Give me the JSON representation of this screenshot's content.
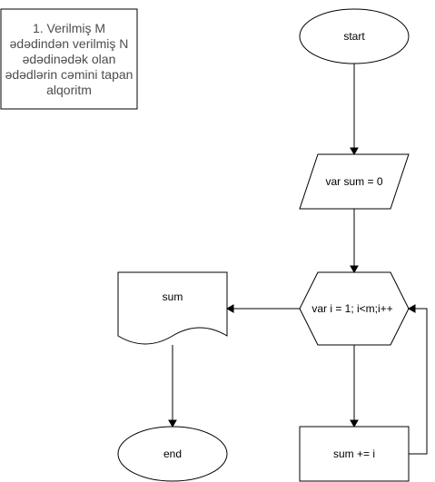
{
  "note": {
    "lines": [
      "1. Verilmiş M",
      "ədədindən verilmiş N",
      "ədədinədək olan",
      "ədədlərin cəmini tapan",
      "alqoritm"
    ]
  },
  "nodes": {
    "start": "start",
    "init": "var sum = 0",
    "loop": "var i = 1; i<m;i++",
    "body": "sum += i",
    "output": "sum",
    "end": "end"
  },
  "colors": {
    "stroke": "#000000",
    "fill": "#ffffff",
    "note_text": "#4d4d4d"
  }
}
